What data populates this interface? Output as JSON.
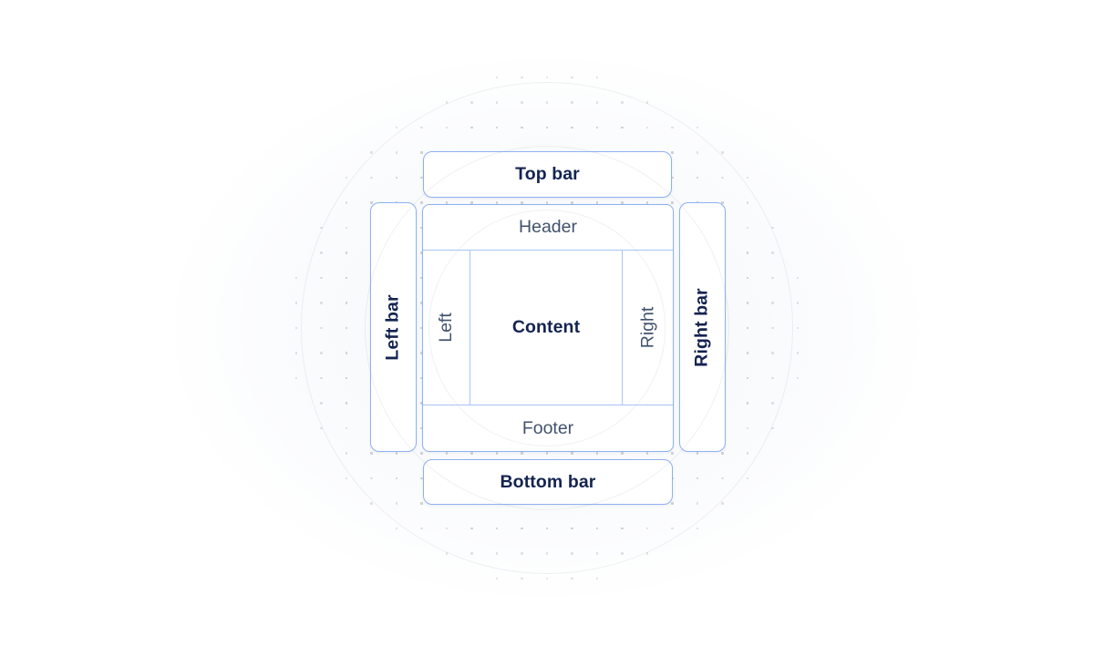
{
  "diagram": {
    "top_bar_label": "Top bar",
    "bottom_bar_label": "Bottom bar",
    "left_bar_label": "Left bar",
    "right_bar_label": "Right bar",
    "header_label": "Header",
    "footer_label": "Footer",
    "left_label": "Left",
    "right_label": "Right",
    "content_label": "Content"
  },
  "colors": {
    "border": "#8db1f1",
    "innerBorder": "#a9c3f4",
    "boldText": "#142450",
    "regularText": "#42526d",
    "dot": "#c6cad1"
  }
}
